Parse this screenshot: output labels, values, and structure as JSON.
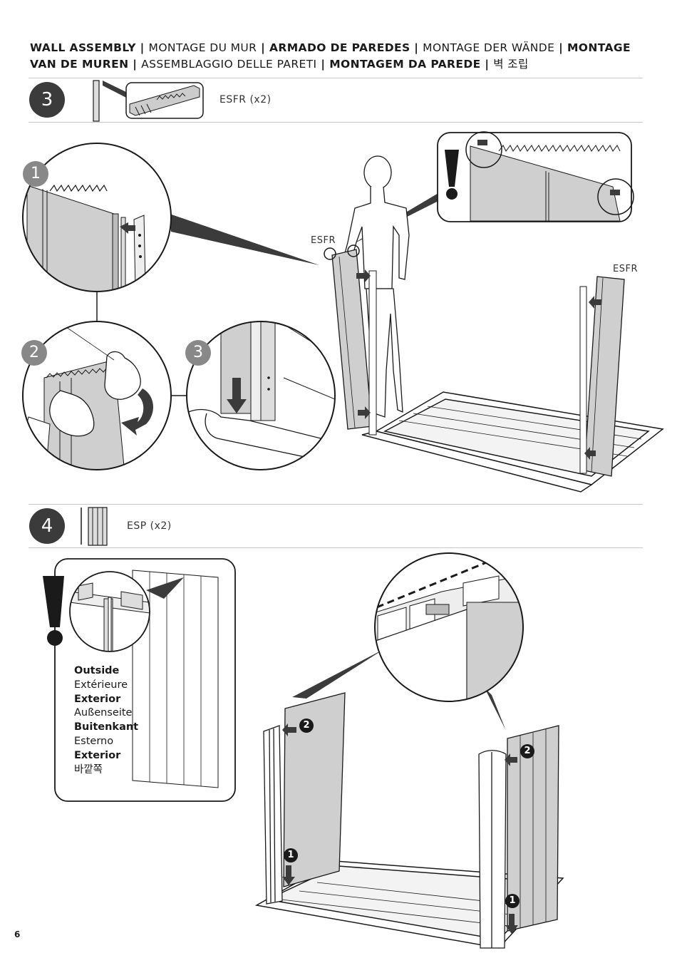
{
  "header": {
    "title_parts": [
      {
        "text": "WALL ASSEMBLY",
        "bold": true
      },
      {
        "text": " | ",
        "bold": true
      },
      {
        "text": "MONTAGE DU MUR",
        "bold": false
      },
      {
        "text": " | ",
        "bold": true
      },
      {
        "text": "ARMADO DE PAREDES",
        "bold": true
      },
      {
        "text": " | ",
        "bold": true
      },
      {
        "text": "MONTAGE DER WÄNDE",
        "bold": false
      },
      {
        "text": " |  ",
        "bold": true
      },
      {
        "text": "MONTAGE VAN DE MUREN",
        "bold": true
      },
      {
        "text": " | ",
        "bold": true
      },
      {
        "text": "ASSEMBLAGGIO DELLE PARETI",
        "bold": false
      },
      {
        "text": " | ",
        "bold": true
      },
      {
        "text": "MONTAGEM DA PAREDE",
        "bold": true
      },
      {
        "text": " | ",
        "bold": true
      },
      {
        "text": "벽 조립",
        "bold": false
      }
    ]
  },
  "step3": {
    "number": "3",
    "part_code": "ESFR",
    "part_qty": "(x2)",
    "substeps": [
      "1",
      "2",
      "3"
    ],
    "label_left_panel": "ESFR",
    "label_right_panel": "ESFR",
    "warning_mark": "!"
  },
  "step4": {
    "number": "4",
    "part_code": "ESP",
    "part_qty": "(x2)",
    "warning_mark": "!",
    "outside_labels": [
      {
        "text": "Outside",
        "bold": true
      },
      {
        "text": "Extérieure",
        "bold": false
      },
      {
        "text": "Exterior",
        "bold": true
      },
      {
        "text": "Außenseite",
        "bold": false
      },
      {
        "text": "Buitenkant",
        "bold": true
      },
      {
        "text": "Esterno",
        "bold": false
      },
      {
        "text": "Exterior",
        "bold": true
      },
      {
        "text": "바깥쪽",
        "bold": false
      }
    ],
    "badges": [
      "1",
      "2",
      "1",
      "2"
    ]
  },
  "page": {
    "number": "6"
  },
  "colors": {
    "dark": "#3b3b3b",
    "panel": "#c8c8c8",
    "line": "#1a1a1a"
  }
}
